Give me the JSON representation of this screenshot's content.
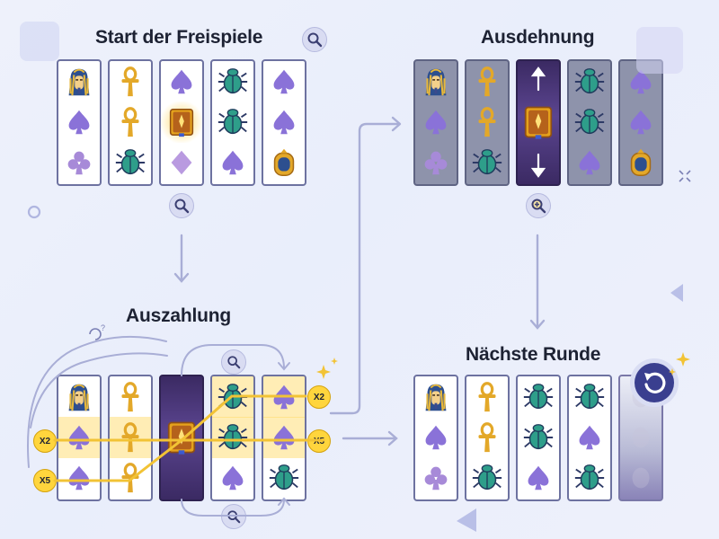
{
  "panels": {
    "start": {
      "title": "Start der Freispiele",
      "reels": [
        [
          "pharaoh",
          "spade",
          "club"
        ],
        [
          "ankh",
          "ankh",
          "scarab"
        ],
        [
          "spade",
          "book",
          "diamond"
        ],
        [
          "scarab",
          "scarab",
          "spade"
        ],
        [
          "spade",
          "spade",
          "amulet"
        ]
      ]
    },
    "expansion": {
      "title": "Ausdehnung",
      "reels": [
        [
          "pharaoh",
          "spade",
          "club"
        ],
        [
          "ankh",
          "ankh",
          "scarab"
        ],
        [
          "expanded-book",
          "expanded-book",
          "expanded-book"
        ],
        [
          "scarab",
          "scarab",
          "spade"
        ],
        [
          "spade",
          "spade",
          "amulet"
        ]
      ]
    },
    "payout": {
      "title": "Auszahlung",
      "reels": [
        [
          "pharaoh",
          "spade",
          "spade"
        ],
        [
          "ankh",
          "ankh",
          "ankh"
        ],
        [
          "expanded-book",
          "expanded-book",
          "expanded-book"
        ],
        [
          "scarab",
          "scarab",
          "spade"
        ],
        [
          "spade",
          "spade",
          "scarab"
        ]
      ],
      "multipliers": {
        "left_top": "X2",
        "left_bottom": "X5",
        "right_top": "X2",
        "right_middle": "X5"
      }
    },
    "next": {
      "title": "Nächste Runde",
      "reels": [
        [
          "pharaoh",
          "spade",
          "club"
        ],
        [
          "ankh",
          "ankh",
          "scarab"
        ],
        [
          "scarab",
          "scarab",
          "spade"
        ],
        [
          "scarab",
          "spade",
          "scarab"
        ],
        [
          "blur",
          "blur",
          "blur"
        ]
      ]
    }
  },
  "icons": {
    "magnifier": "magnifier-icon",
    "refresh": "refresh-icon",
    "sparkle": "sparkle-icon",
    "arrow": "arrow-icon"
  },
  "colors": {
    "reel_border": "#6d72a0",
    "book_gold": "#e5a21c",
    "book_brown": "#a65a1c",
    "highlight": "#ffd53d",
    "flow_line": "#a9aed6",
    "purple_reel": "#4a3777"
  }
}
